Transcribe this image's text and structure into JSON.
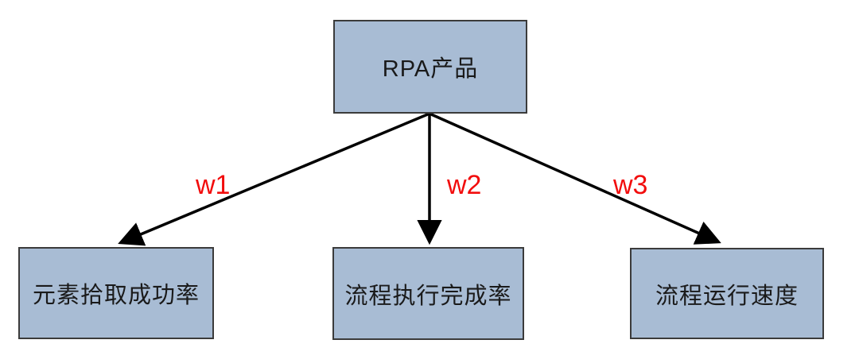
{
  "diagram": {
    "root": {
      "label": "RPA产品"
    },
    "children": [
      {
        "label": "元素拾取成功率",
        "weight": "w1"
      },
      {
        "label": "流程执行完成率",
        "weight": "w2"
      },
      {
        "label": "流程运行速度",
        "weight": "w3"
      }
    ],
    "colors": {
      "box_fill": "#a8bcd4",
      "box_border": "#3b3b3b",
      "weight_text": "#f20d0d",
      "arrow": "#000000",
      "background": "#ffffff"
    }
  }
}
